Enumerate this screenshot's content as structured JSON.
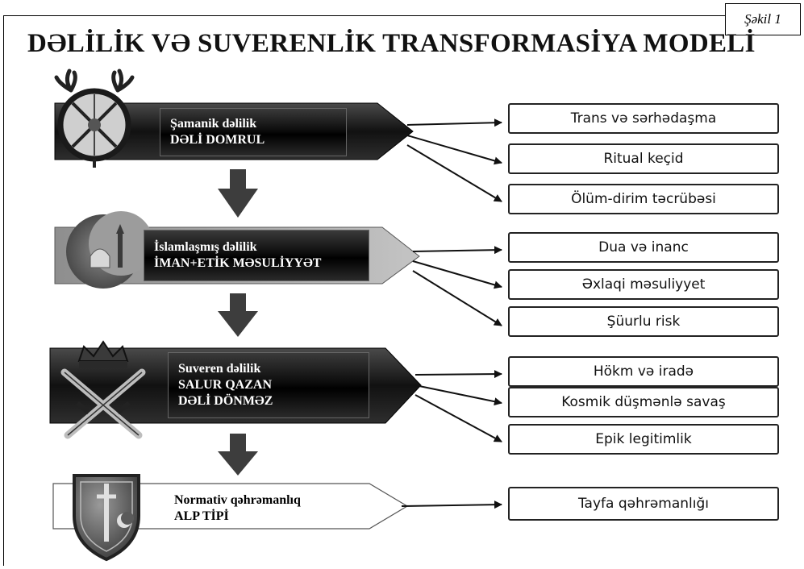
{
  "figure_label": "Şəkil 1",
  "title": "DƏLİLİK VƏ SUVERENLİK TRANSFORMASİYA MODELİ",
  "stages": [
    {
      "line1": "Şamanik dəlilik",
      "line2": "DƏLİ DOMRUL",
      "icon": "shaman-drum-icon",
      "outcomes": [
        "Trans və sərhədaşma",
        "Ritual keçid",
        "Ölüm-dirim təcrübəsi"
      ]
    },
    {
      "line1": "İslamlaşmış dəlilik",
      "line2": "İMAN+ETİK MƏSULİYYƏT",
      "icon": "crescent-mosque-icon",
      "outcomes": [
        "Dua və inanc",
        "Əxlaqi məsuliyyet",
        "Şüurlu risk"
      ]
    },
    {
      "line1": "Suveren dəlilik",
      "line2": "SALUR QAZAN",
      "line3": "DƏLİ DÖNMƏZ",
      "icon": "crown-crossed-swords-icon",
      "outcomes": [
        "Hökm və iradə",
        "Kosmik düşmənlə savaş",
        "Epik legitimlik"
      ]
    },
    {
      "line1": "Normativ qəhrəmanlıq",
      "line2": "ALP TİPİ",
      "icon": "shield-sword-crescent-icon",
      "outcomes": [
        "Tayfa qəhrəmanlığı"
      ]
    }
  ],
  "colors": {
    "dark_band": "#1a1a1a",
    "light_band": "#a9a9a9",
    "white_band": "#ffffff",
    "arrow": "#3d3d3d",
    "line": "#111111"
  }
}
